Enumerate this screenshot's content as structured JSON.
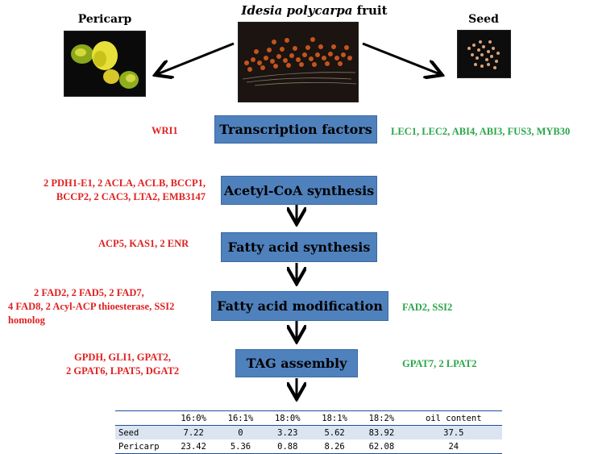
{
  "title": {
    "species": "Idesia polycarpa",
    "suffix": " fruit"
  },
  "photos": {
    "pericarp_label": "Pericarp",
    "seed_label": "Seed"
  },
  "colors": {
    "box_fill": "#4f81bd",
    "red_text": "#e02020",
    "green_text": "#2aa64a",
    "table_rule": "#1f4e9a"
  },
  "steps": [
    {
      "label": "Transcription factors",
      "red_lines": [
        "WRI1"
      ],
      "green_lines": [
        "LEC1, LEC2, ABI4, ABI3, FUS3, MYB30"
      ]
    },
    {
      "label": "Acetyl-CoA synthesis",
      "red_lines": [
        "2 PDH1-E1, 2 ACLA, ACLB, BCCP1,",
        "BCCP2, 2 CAC3,  LTA2,  EMB3147"
      ],
      "green_lines": []
    },
    {
      "label": "Fatty acid synthesis",
      "red_lines": [
        "ACP5, KAS1, 2 ENR"
      ],
      "green_lines": []
    },
    {
      "label": "Fatty acid modification",
      "red_lines": [
        "2 FAD2, 2 FAD5, 2 FAD7,",
        "4 FAD8, 2 Acyl-ACP thioesterase, SSI2",
        "homolog"
      ],
      "green_lines": [
        "FAD2, SSI2"
      ]
    },
    {
      "label": "TAG assembly",
      "red_lines": [
        "GPDH, GLI1, GPAT2,",
        "2 GPAT6, LPAT5, DGAT2"
      ],
      "green_lines": [
        "GPAT7, 2 LPAT2"
      ]
    }
  ],
  "table": {
    "headers": [
      "",
      "16:0%",
      "16:1%",
      "18:0%",
      "18:1%",
      "18:2%",
      "oil content"
    ],
    "rows": [
      [
        "Seed",
        "7.22",
        "0",
        "3.23",
        "5.62",
        "83.92",
        "37.5"
      ],
      [
        "Pericarp",
        "23.42",
        "5.36",
        "0.88",
        "8.26",
        "62.08",
        "24"
      ]
    ]
  }
}
